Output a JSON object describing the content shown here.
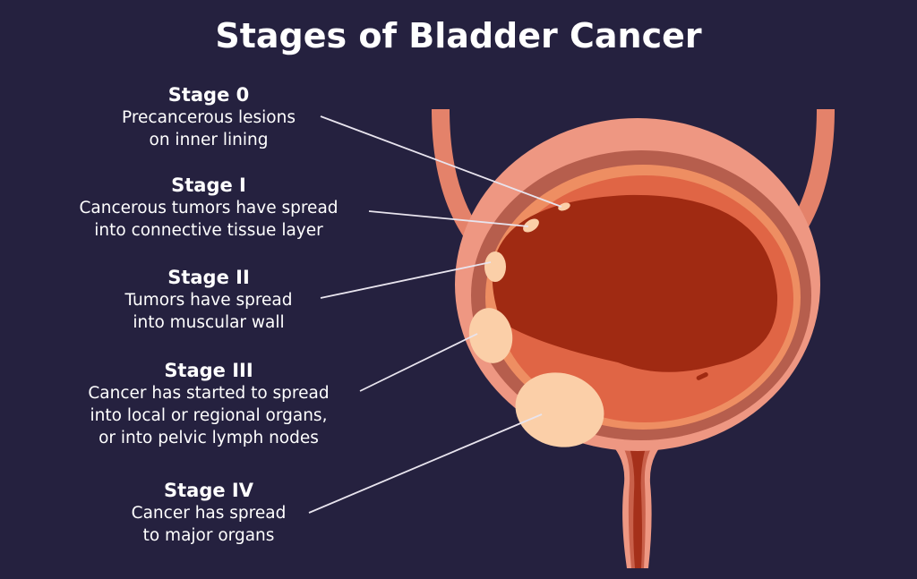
{
  "title": "Stages of Bladder Cancer",
  "stages": [
    {
      "name": "Stage 0",
      "lines": [
        "Precancerous lesions",
        "on inner lining"
      ]
    },
    {
      "name": "Stage I",
      "lines": [
        "Cancerous tumors have spread",
        "into connective tissue layer"
      ]
    },
    {
      "name": "Stage II",
      "lines": [
        "Tumors have spread",
        "into muscular wall"
      ]
    },
    {
      "name": "Stage III",
      "lines": [
        "Cancer has started to spread",
        "into local or regional organs,",
        "or into pelvic lymph nodes"
      ]
    },
    {
      "name": "Stage IV",
      "lines": [
        "Cancer has spread",
        "to major organs"
      ]
    }
  ],
  "colors": {
    "background": "#25213f",
    "outer_wall": "#ee9782",
    "muscle": "#b65e4d",
    "lining": "#ee8e62",
    "lumen": "#a02a12",
    "tumor": "#fbcfa8"
  }
}
